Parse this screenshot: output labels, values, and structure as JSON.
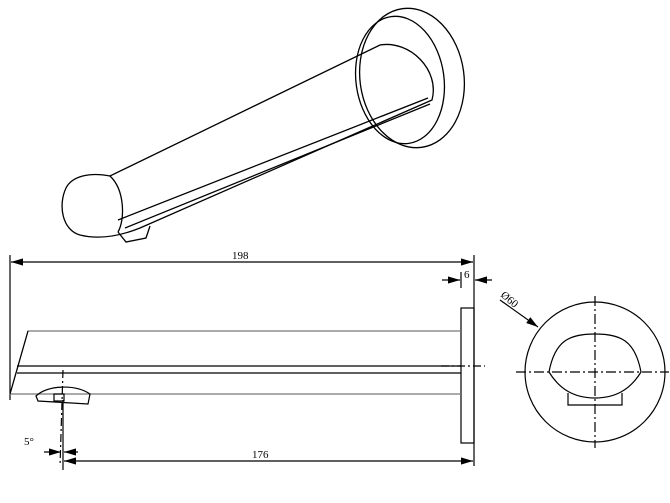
{
  "title": "Wall-mounted bath spout technical drawing",
  "dimensions": {
    "overall_length": "198",
    "flange_thickness": "6",
    "flange_diameter": "Ø60",
    "outlet_angle": "5°",
    "outlet_to_wall": "176"
  },
  "colors": {
    "line": "#000000",
    "hidden_line": "#888888"
  }
}
